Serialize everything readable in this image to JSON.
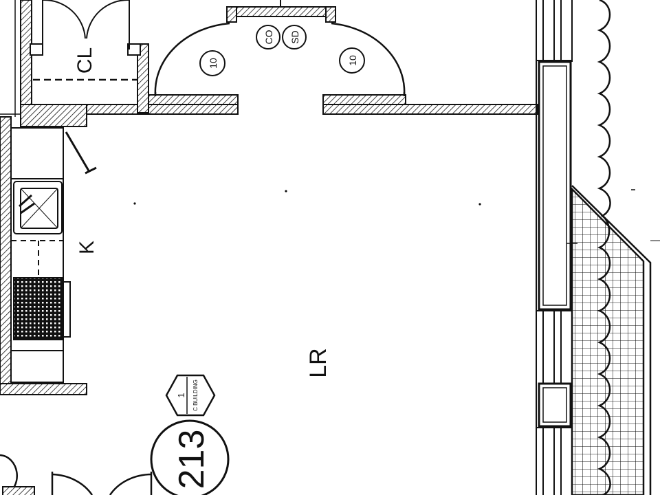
{
  "rooms": {
    "closet": "CL",
    "kitchen": "K",
    "living_room": "LR"
  },
  "door_tags": {
    "left": "10",
    "right": "10"
  },
  "detectors": {
    "co": "CO",
    "sd": "SD"
  },
  "building_tag": {
    "number": "1",
    "building": "C BUILDING"
  },
  "unit": {
    "number": "213"
  }
}
